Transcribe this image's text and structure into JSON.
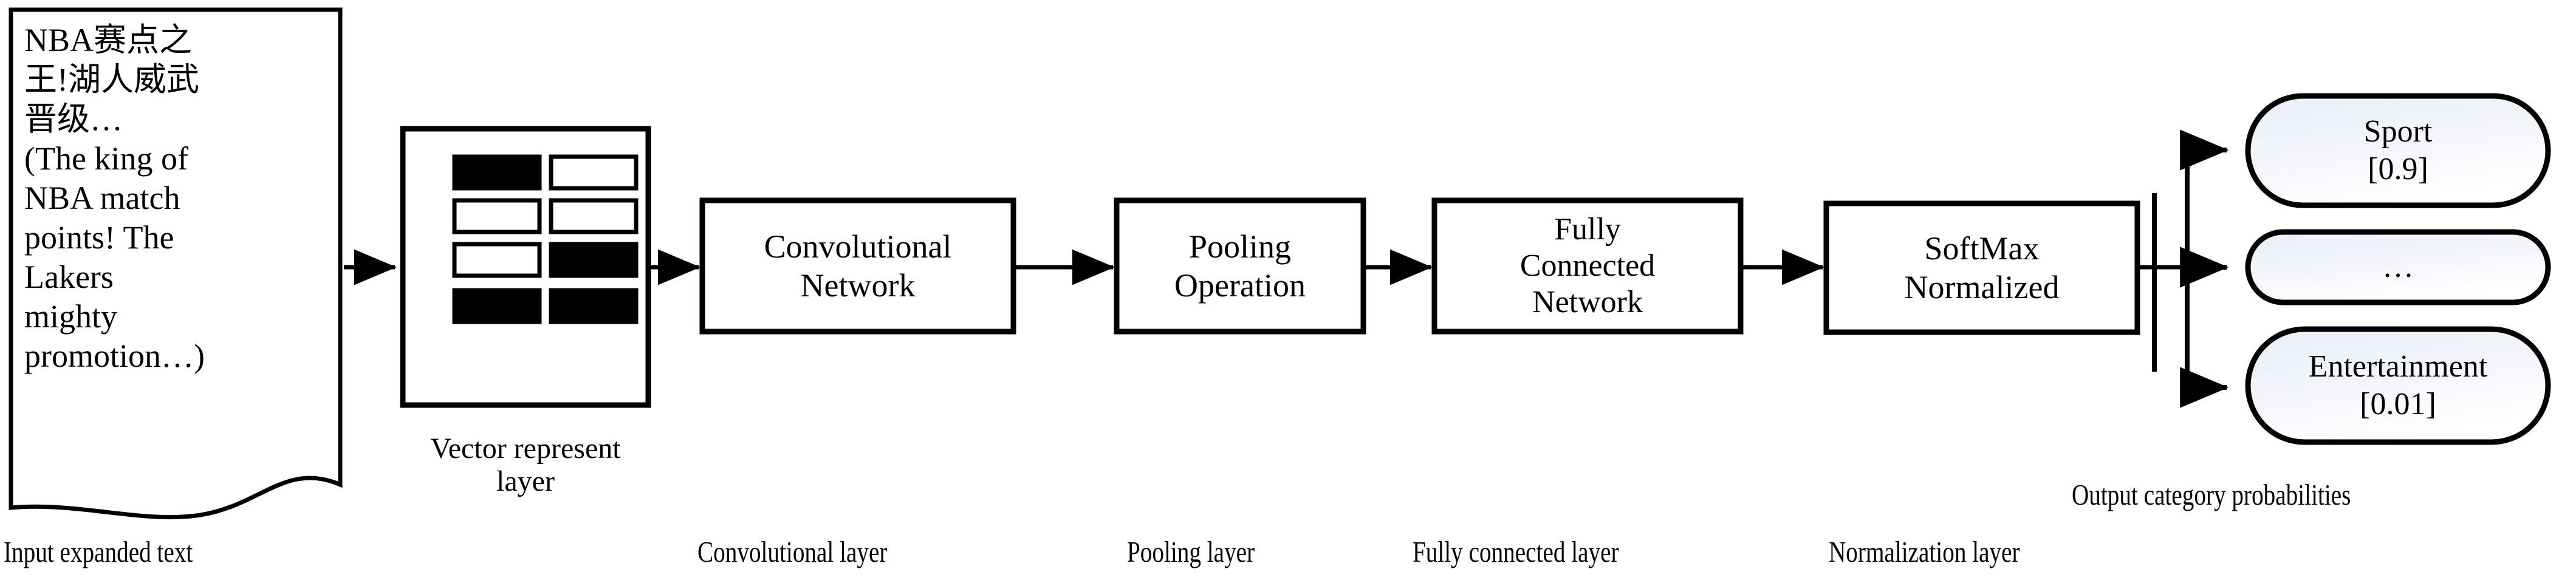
{
  "diagram": {
    "title_semantic": "text-classification-cnn-pipeline",
    "input_document": {
      "text": "NBA赛点之\n王!湖人威武\n晋级…\n(The king of\nNBA match\npoints! The\nLakers\nmighty\npromotion…)",
      "caption": "Input expanded text"
    },
    "vector_layer": {
      "caption": "Vector represent\nlayer",
      "cells": [
        [
          "filled",
          "empty"
        ],
        [
          "empty",
          "empty"
        ],
        [
          "empty",
          "filled"
        ],
        [
          "filled",
          "filled"
        ]
      ]
    },
    "stages": [
      {
        "id": "convolutional-network",
        "lines": [
          "Convolutional",
          "Network"
        ],
        "caption": "Convolutional layer"
      },
      {
        "id": "pooling-operation",
        "lines": [
          "Pooling",
          "Operation"
        ],
        "caption": "Pooling layer"
      },
      {
        "id": "fully-connected-network",
        "lines": [
          "Fully",
          "Connected",
          "Network"
        ],
        "caption": "Fully connected layer"
      },
      {
        "id": "softmax-normalized",
        "lines": [
          "SoftMax",
          "Normalized"
        ],
        "caption": "Normalization layer"
      }
    ],
    "outputs": {
      "caption": "Output category probabilities",
      "items": [
        {
          "id": "output-sport",
          "label": "Sport",
          "score": "[0.9]"
        },
        {
          "id": "output-ellipsis",
          "label": "…",
          "score": ""
        },
        {
          "id": "output-entertainment",
          "label": "Entertainment",
          "score": "[0.01]"
        }
      ]
    },
    "colors": {
      "stroke": "#000000",
      "canvas": "#ffffff",
      "cell_filled": "#000000",
      "cell_empty": "#ffffff",
      "pill_gradient_start": "#eef1f8",
      "pill_gradient_end": "#ffffff"
    }
  }
}
